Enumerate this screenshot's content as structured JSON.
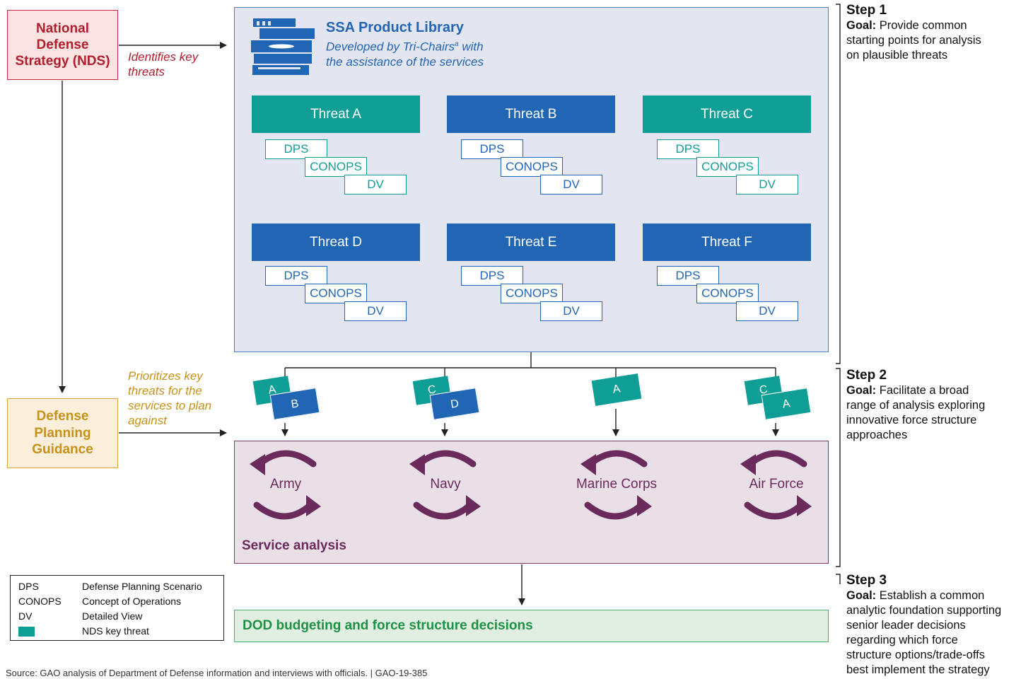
{
  "nds": {
    "label": "National\nDefense\nStrategy (NDS)",
    "annotation": "Identifies key\nthreats"
  },
  "dpg": {
    "label": "Defense\nPlanning\nGuidance",
    "annotation": "Prioritizes key\nthreats for the\nservices to plan\nagainst"
  },
  "library": {
    "title": "SSA Product Library",
    "subtitle_prefix": "Developed by Tri-Chairs",
    "subtitle_footnote": "a",
    "subtitle_suffix": " with\nthe assistance of the services",
    "icon": "books-icon",
    "threats": [
      {
        "label": "Threat A",
        "nds_key": true
      },
      {
        "label": "Threat B",
        "nds_key": false
      },
      {
        "label": "Threat C",
        "nds_key": true
      },
      {
        "label": "Threat D",
        "nds_key": false
      },
      {
        "label": "Threat E",
        "nds_key": false
      },
      {
        "label": "Threat F",
        "nds_key": false
      }
    ],
    "products": [
      "DPS",
      "CONOPS",
      "DV"
    ]
  },
  "services": {
    "title": "Service analysis",
    "icon": "cycle-arrows-icon",
    "items": [
      {
        "name": "Army",
        "threats": [
          "A",
          "B"
        ]
      },
      {
        "name": "Navy",
        "threats": [
          "C",
          "D"
        ]
      },
      {
        "name": "Marine Corps",
        "threats": [
          "A"
        ]
      },
      {
        "name": "Air Force",
        "threats": [
          "C",
          "A"
        ]
      }
    ]
  },
  "decision": {
    "label": "DOD budgeting and force structure decisions"
  },
  "steps": [
    {
      "title": "Step 1",
      "goal_label": "Goal:",
      "goal": " Provide common\nstarting points for analysis\non plausible threats"
    },
    {
      "title": "Step 2",
      "goal_label": "Goal:",
      "goal": " Facilitate a broad\nrange of analysis exploring\ninnovative force structure\napproaches"
    },
    {
      "title": "Step 3",
      "goal_label": "Goal:",
      "goal": " Establish a common\nanalytic foundation supporting\nsenior leader decisions\nregarding which force\nstructure options/trade-offs\nbest implement the strategy"
    }
  ],
  "legend": [
    {
      "abbr": "DPS",
      "desc": "Defense Planning Scenario"
    },
    {
      "abbr": "CONOPS",
      "desc": "Concept of Operations"
    },
    {
      "abbr": "DV",
      "desc": "Detailed View"
    },
    {
      "abbr": "",
      "desc": "NDS key threat"
    }
  ],
  "source": "Source: GAO analysis of Department of Defense information and interviews with officials.  |  GAO-19-385",
  "colors": {
    "teal": "#0f9e96",
    "blue": "#2165b5",
    "red": "#b01e2e",
    "gold": "#c69218",
    "purple": "#6b2a5c",
    "green": "#1f9145"
  }
}
